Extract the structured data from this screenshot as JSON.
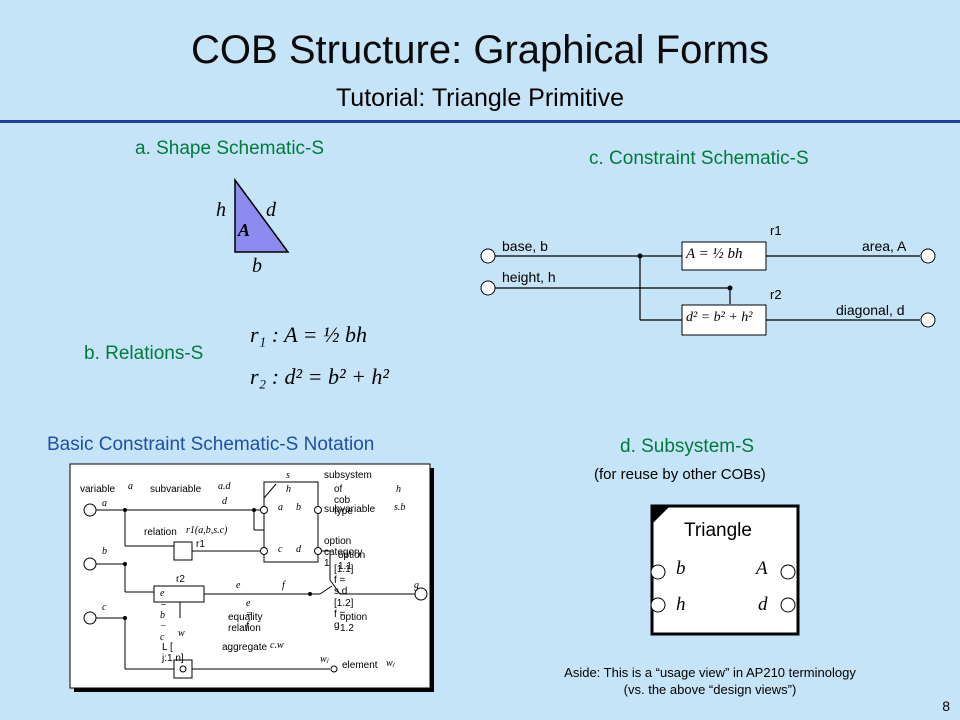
{
  "title": "COB Structure: Graphical Forms",
  "subtitle": "Tutorial: Triangle Primitive",
  "panels": {
    "a": {
      "label": "a. Shape Schematic-S",
      "h": "h",
      "d": "d",
      "A": "A",
      "b": "b"
    },
    "b": {
      "label": "b. Relations-S",
      "r1": "r₁ : A = ½ bh",
      "r2": "r₂ : d² = b² + h²"
    },
    "c": {
      "label": "c. Constraint Schematic-S",
      "base": "base, b",
      "height": "height, h",
      "area": "area, A",
      "diagonal": "diagonal, d",
      "r1": "r1",
      "r2": "r2",
      "eq1": "A = ½ bh",
      "eq2": "d² = b² + h²"
    },
    "d": {
      "label": "d. Subsystem-S",
      "sublabel": "(for reuse by other COBs)",
      "box_title": "Triangle",
      "b": "b",
      "h": "h",
      "A": "A",
      "d": "d"
    }
  },
  "notation": {
    "label": "Basic Constraint Schematic-S Notation",
    "variable": "variable",
    "var_a": "a",
    "subvariable": "subvariable",
    "sub_ad": "a.d",
    "subsystem": "subsystem",
    "s": "s",
    "of_cob": "of cob type",
    "type_h": "h",
    "h": "h",
    "port_a": "a",
    "port_b": "b",
    "port_c": "c",
    "port_d": "d",
    "sub_sb": "s.b",
    "d": "d",
    "relation": "relation",
    "rel_sig": "r1(a,b,s.c)",
    "r1": "r1",
    "opt_cat": "option category 1",
    "opt11": "option 1.1",
    "opt11_eq": "[1.1]  f = s.d",
    "b": "b",
    "r2": "r2",
    "r2_eq": "e = b − c",
    "e": "e",
    "f": "f",
    "g": "g",
    "e_eq_f": "e = f",
    "equality": "equality relation",
    "opt12_eq": "[1.2]   f = g",
    "opt12": "option 1.2",
    "c": "c",
    "w": "w",
    "agg_range": "L [ j:1,n]",
    "aggregate": "aggregate",
    "agg_cw": "c.w",
    "wj": "wⱼ",
    "element": "element",
    "element_w": "wⱼ"
  },
  "aside": {
    "line1": "Aside: This is a “usage view” in AP210 terminology",
    "line2": "(vs. the above “design views”)"
  },
  "page_number": "8",
  "colors": {
    "background": "#c6e4f8",
    "rule": "#1f3f9f",
    "label_green": "#007a3c",
    "label_blue": "#1f4ea8",
    "triangle_fill": "#8c8cf0"
  }
}
